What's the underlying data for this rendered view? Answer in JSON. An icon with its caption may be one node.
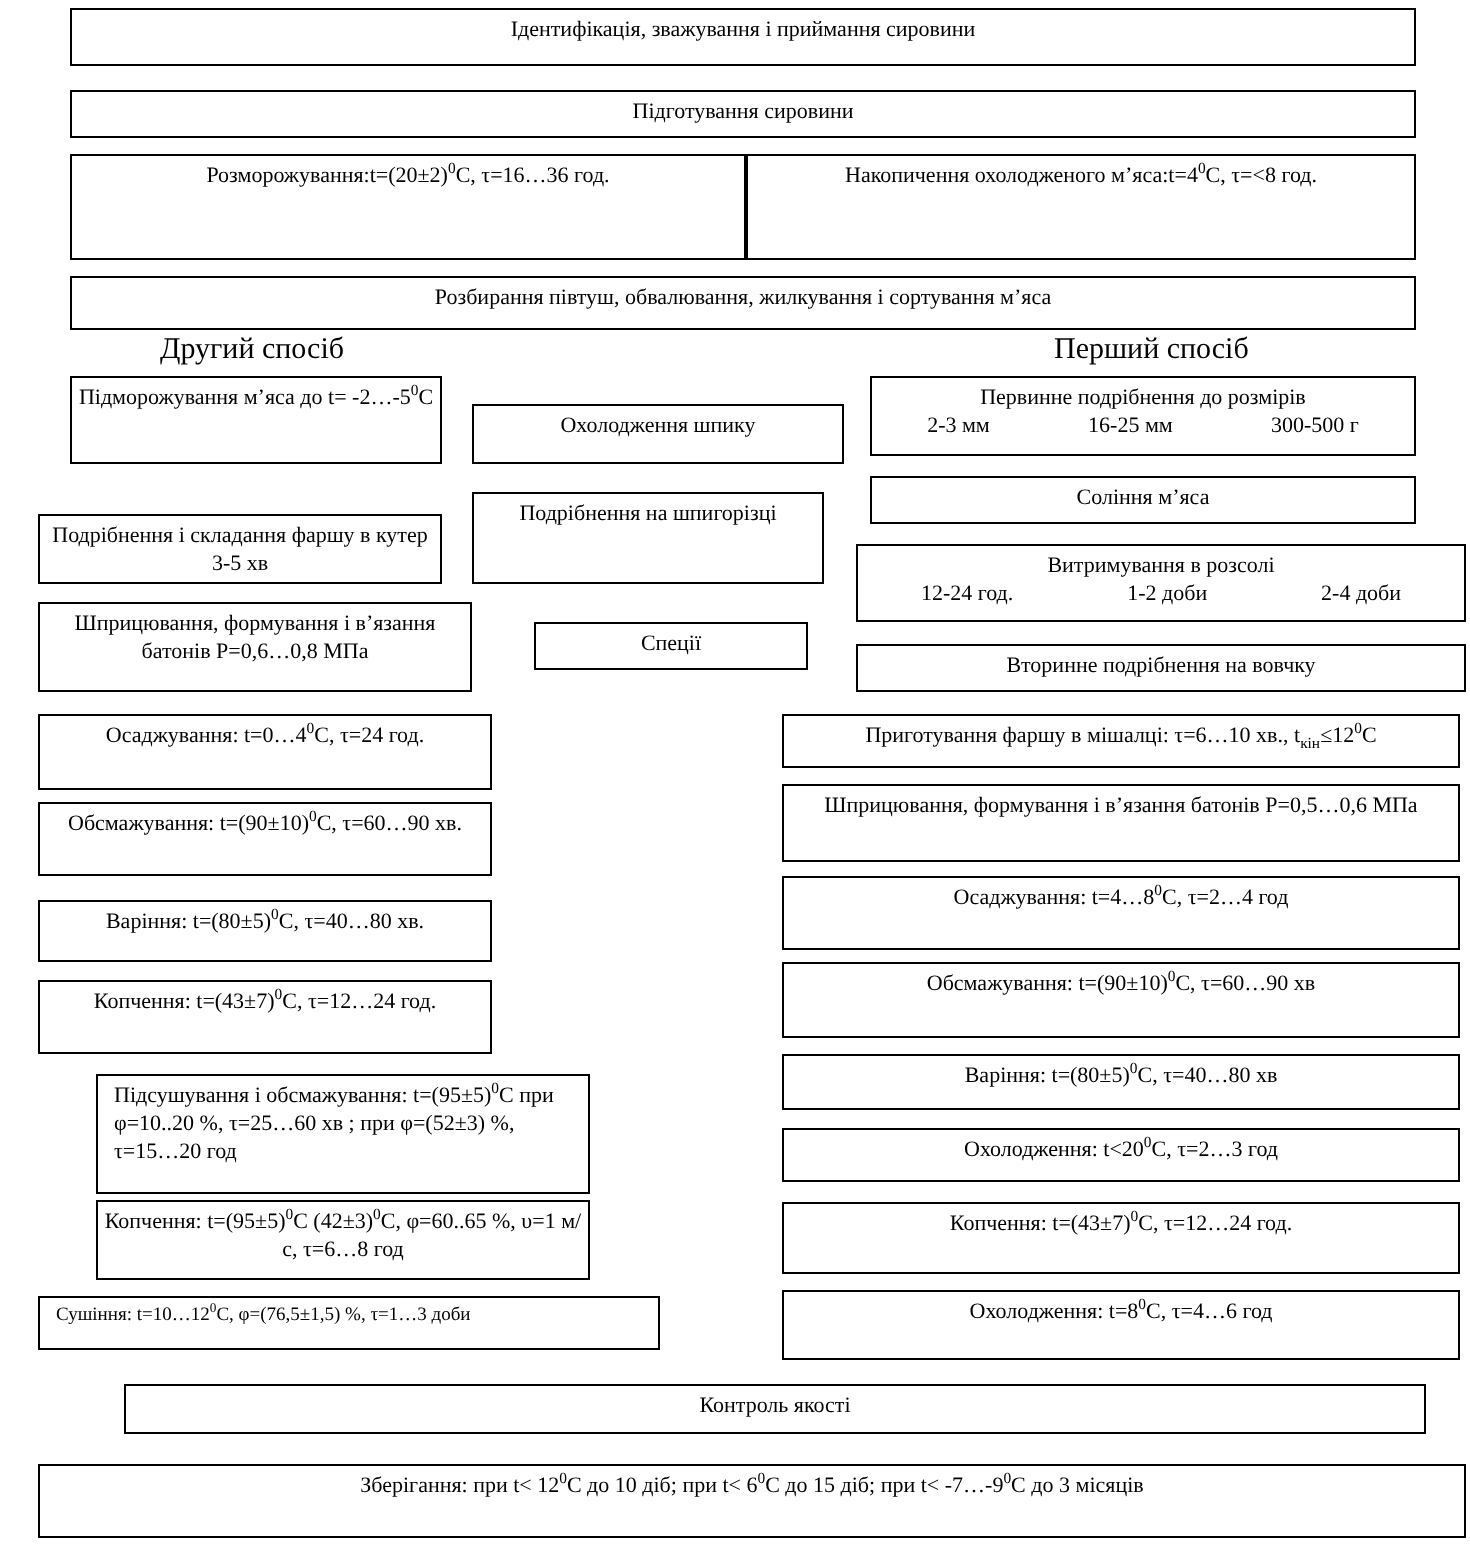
{
  "diagram": {
    "nodes": [
      {
        "text": [
          "Ідентифікація, зважування і приймання сировини"
        ]
      },
      {
        "text": [
          "Підготування сировини"
        ]
      },
      {
        "text": [
          "Розморожування:t=(20±2)$^{0}$C, τ=16…36 год."
        ]
      },
      {
        "text": [
          "Накопичення охолодженого м’яса:t=4$^{0}$C, τ=<8 год."
        ]
      },
      {
        "text": [
          "Розбирання півтуш, обвалювання, жилкування і сортування м’яса"
        ]
      },
      {
        "text": [
          "Підморожування м’яса до t= -2…-5$^{0}$C"
        ]
      },
      {
        "text": [
          "Охолодження шпику"
        ]
      },
      {
        "text": [
          "Подрібнення на шпигорізці"
        ]
      },
      {
        "text": [
          "Подрібнення і складання фаршу в кутер 3-5 хв"
        ]
      },
      {
        "text": [
          "Шприцювання, формування і в’язання батонів  P=0,6…0,8 МПа"
        ]
      },
      {
        "text": [
          "Спеції"
        ]
      },
      {
        "text": [
          "Первинне подрібнення до розмірів",
          "2-3 мм",
          "16-25 мм",
          "300-500 г"
        ]
      },
      {
        "text": [
          "Соління м’яса"
        ]
      },
      {
        "text": [
          "Витримування в розсолі",
          "12-24 год.",
          "1-2 доби",
          "2-4 доби"
        ]
      },
      {
        "text": [
          "Вторинне подрібнення на вовчку"
        ]
      },
      {
        "text": [
          "Осаджування: t=0…4$^{0}$C, τ=24 год."
        ]
      },
      {
        "text": [
          "Обсмажування: t=(90±10)$^{0}$C, τ=60…90 хв."
        ]
      },
      {
        "text": [
          "Варіння: t=(80±5)$^{0}$C, τ=40…80 хв."
        ]
      },
      {
        "text": [
          "Копчення: t=(43±7)$^{0}$C, τ=12…24 год."
        ]
      },
      {
        "text": [
          "Підсушування і обсмажування: t=(95±5)$^{0}$C при φ=10..20 %, τ=25…60 хв ; при φ=(52±3) %, τ=15…20 год"
        ]
      },
      {
        "text": [
          "Копчення: t=(95±5)$^{0}$C  (42±3)$^{0}$C, φ=60..65 %, υ=1 м/с, τ=6…8 год"
        ]
      },
      {
        "text": [
          "Сушіння: t=10…12$^{0}$C, φ=(76,5±1,5) %, τ=1…3 доби"
        ]
      },
      {
        "text": [
          "Приготування фаршу в мішалці: τ=6…10 хв., t$_{кін}$≤12$^{0}$C"
        ]
      },
      {
        "text": [
          "Шприцювання, формування і в’язання батонів P=0,5…0,6 МПа"
        ]
      },
      {
        "text": [
          "Осаджування: t=4…8$^{0}$C, τ=2…4 год"
        ]
      },
      {
        "text": [
          "Обсмажування: t=(90±10)$^{0}$C, τ=60…90 хв"
        ]
      },
      {
        "text": [
          "Варіння: t=(80±5)$^{0}$C, τ=40…80 хв"
        ]
      },
      {
        "text": [
          "Охолодження: t<20$^{0}$C, τ=2…3 год"
        ]
      },
      {
        "text": [
          "Копчення: t=(43±7)$^{0}$C, τ=12…24 год."
        ]
      },
      {
        "text": [
          "Охолодження: t=8$^{0}$C, τ=4…6 год"
        ]
      },
      {
        "text": [
          "Контроль якості"
        ]
      },
      {
        "text": [
          "Зберігання: при t< 12$^{0}$C до 10 діб; при t< 6$^{0}$C до 15 діб; при t< -7…-9$^{0}$C до 3 місяців"
        ]
      }
    ],
    "labels": [
      "Другий спосіб",
      "Перший спосіб"
    ]
  }
}
